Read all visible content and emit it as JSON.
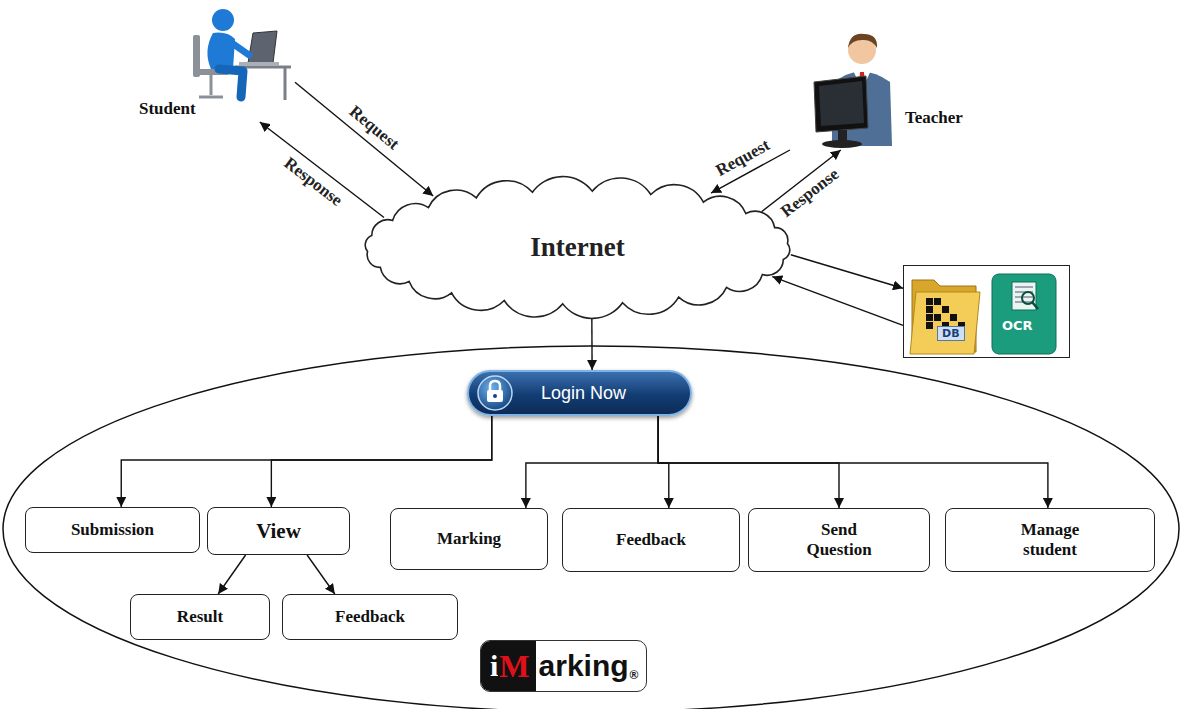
{
  "diagram": {
    "nodes": [
      {
        "text": [
          "Student"
        ]
      },
      {
        "text": [
          "Teacher"
        ]
      },
      {
        "text": [
          "Internet"
        ]
      },
      {
        "text": [
          "DB",
          "OCR"
        ]
      },
      {
        "text": [
          "i",
          "M",
          "arking",
          "®"
        ]
      },
      {
        "text": [
          "Login Now"
        ],
        "in": 4
      },
      {
        "text": [
          "Submission"
        ],
        "in": 4
      },
      {
        "text": [
          "View"
        ],
        "in": 4
      },
      {
        "text": [
          "Result"
        ],
        "in": 4
      },
      {
        "text": [
          "Feedback"
        ],
        "in": 4
      },
      {
        "text": [
          "Marking"
        ],
        "in": 4
      },
      {
        "text": [
          "Feedback"
        ],
        "in": 4
      },
      {
        "text": [
          "Send Question"
        ],
        "in": 4
      },
      {
        "text": [
          "Manage student"
        ],
        "in": 4
      }
    ],
    "edges": [
      {
        "from": 0,
        "to": 2,
        "label": "Request",
        "arrow": "to"
      },
      {
        "from": 2,
        "to": 0,
        "label": "Response",
        "arrow": "to"
      },
      {
        "from": 1,
        "to": 2,
        "label": "Request",
        "arrow": "to"
      },
      {
        "from": 2,
        "to": 1,
        "label": "Response",
        "arrow": "to"
      },
      {
        "from": 2,
        "to": 3,
        "arrow": "to"
      },
      {
        "from": 3,
        "to": 2,
        "arrow": "to"
      },
      {
        "from": 2,
        "to": 5,
        "arrow": "to"
      },
      {
        "from": 5,
        "to": 6,
        "arrow": "to"
      },
      {
        "from": 5,
        "to": 7,
        "arrow": "to"
      },
      {
        "from": 5,
        "to": 10,
        "arrow": "to"
      },
      {
        "from": 5,
        "to": 11,
        "arrow": "to"
      },
      {
        "from": 5,
        "to": 12,
        "arrow": "to"
      },
      {
        "from": 5,
        "to": 13,
        "arrow": "to"
      },
      {
        "from": 7,
        "to": 8,
        "arrow": "to"
      },
      {
        "from": 7,
        "to": 9,
        "arrow": "to"
      }
    ]
  }
}
